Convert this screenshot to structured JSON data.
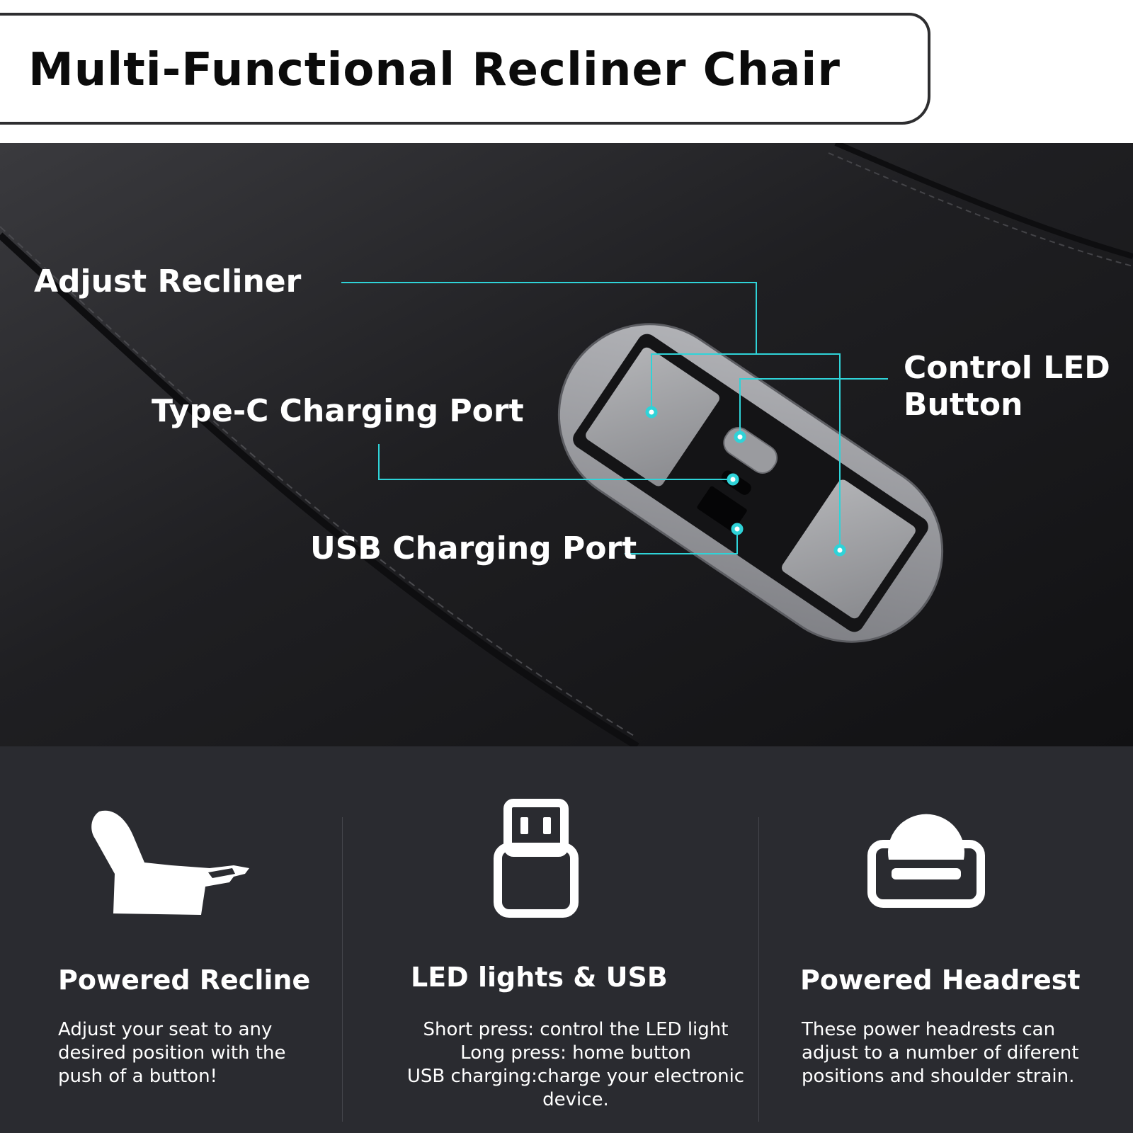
{
  "header": {
    "title": "Multi-Functional Recliner Chair"
  },
  "callouts": {
    "adjust_recliner": "Adjust Recliner",
    "type_c_port": "Type-C Charging Port",
    "usb_port": "USB Charging Port",
    "control_led_line1": "Control LED",
    "control_led_line2": "Button"
  },
  "colors": {
    "accent_line": "#2fd3d8",
    "leather": "#1c1c1f",
    "panel_bg": "#2a2b30",
    "bezel": "#9c9da2"
  },
  "features": [
    {
      "icon": "recliner-chair-icon",
      "heading": "Powered Recline",
      "text": "Adjust your seat to any\ndesired position with the\npush of a button!"
    },
    {
      "icon": "usb-stick-icon",
      "heading": "LED lights & USB",
      "text": "Short press: control the LED light\nLong press: home button\nUSB charging:charge your electronic\ndevice."
    },
    {
      "icon": "headrest-icon",
      "heading": "Powered Headrest",
      "text": "These power headrests can\nadjust to a number of diferent\npositions and shoulder strain."
    }
  ]
}
